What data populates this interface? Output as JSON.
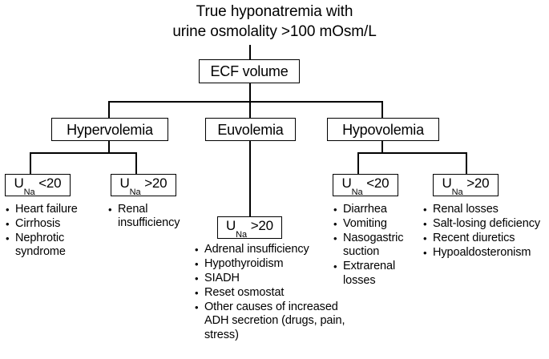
{
  "diagram": {
    "title": {
      "line1": "True hyponatremia with",
      "line2": "urine osmolality >100 mOsm/L"
    },
    "root": {
      "label": "ECF volume"
    },
    "branches": [
      {
        "key": "hypervolemia",
        "label": "Hypervolemia",
        "subnodes": [
          {
            "key": "hyper-una-lt20",
            "symbol": "U",
            "subscript": "Na",
            "comparator": "<20",
            "items": [
              "Heart failure",
              "Cirrhosis",
              "Nephrotic syndrome"
            ]
          },
          {
            "key": "hyper-una-gt20",
            "symbol": "U",
            "subscript": "Na",
            "comparator": ">20",
            "items": [
              "Renal insufficiency"
            ]
          }
        ]
      },
      {
        "key": "euvolemia",
        "label": "Euvolemia",
        "subnodes": [
          {
            "key": "eu-una-gt20",
            "symbol": "U",
            "subscript": "Na",
            "comparator": ">20",
            "items": [
              "Adrenal insufficiency",
              "Hypothyroidism",
              "SIADH",
              "Reset osmostat",
              "Other causes of increased ADH secretion (drugs, pain, stress)"
            ]
          }
        ]
      },
      {
        "key": "hypovolemia",
        "label": "Hypovolemia",
        "subnodes": [
          {
            "key": "hypo-una-lt20",
            "symbol": "U",
            "subscript": "Na",
            "comparator": "<20",
            "items": [
              "Diarrhea",
              "Vomiting",
              "Nasogastric suction",
              "Extrarenal losses"
            ]
          },
          {
            "key": "hypo-una-gt20",
            "symbol": "U",
            "subscript": "Na",
            "comparator": ">20",
            "items": [
              "Renal losses",
              "Salt-losing deficiency",
              "Recent diuretics",
              "Hypoaldosteronism"
            ]
          }
        ]
      }
    ],
    "colors": {
      "background": "#ffffff",
      "stroke": "#000000",
      "text": "#000000"
    }
  }
}
